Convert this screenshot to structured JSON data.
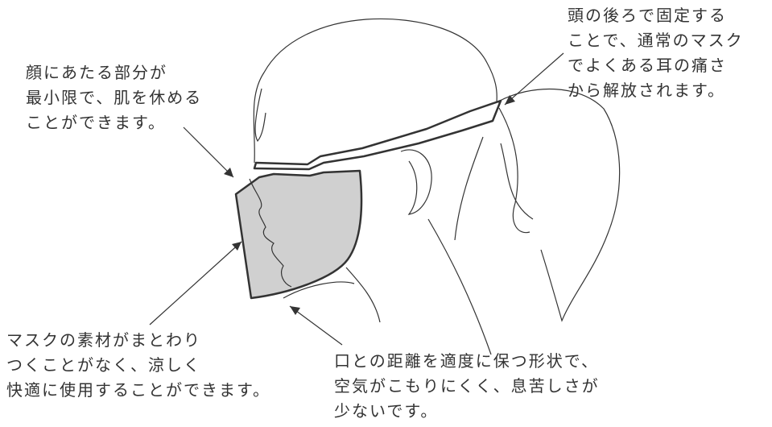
{
  "callouts": {
    "back_of_head": {
      "lines": [
        "頭の後ろで固定する",
        "ことで、通常のマスク",
        "でよくある耳の痛さ",
        "から解放されます。"
      ]
    },
    "face_contact": {
      "lines": [
        "顔にあたる部分が",
        "最小限で、肌を休める",
        "ことができます。"
      ]
    },
    "material": {
      "lines": [
        "マスクの素材がまとわり",
        "つくことがなく、涼しく",
        "快適に使用することができます。"
      ]
    },
    "mouth_distance": {
      "lines": [
        "口との距離を適度に保つ形状で、",
        "空気がこもりにくく、息苦しさが",
        "少ないです。"
      ]
    }
  },
  "colors": {
    "line": "#333333",
    "mask_fill": "#d0d0d0",
    "background": "#ffffff"
  }
}
